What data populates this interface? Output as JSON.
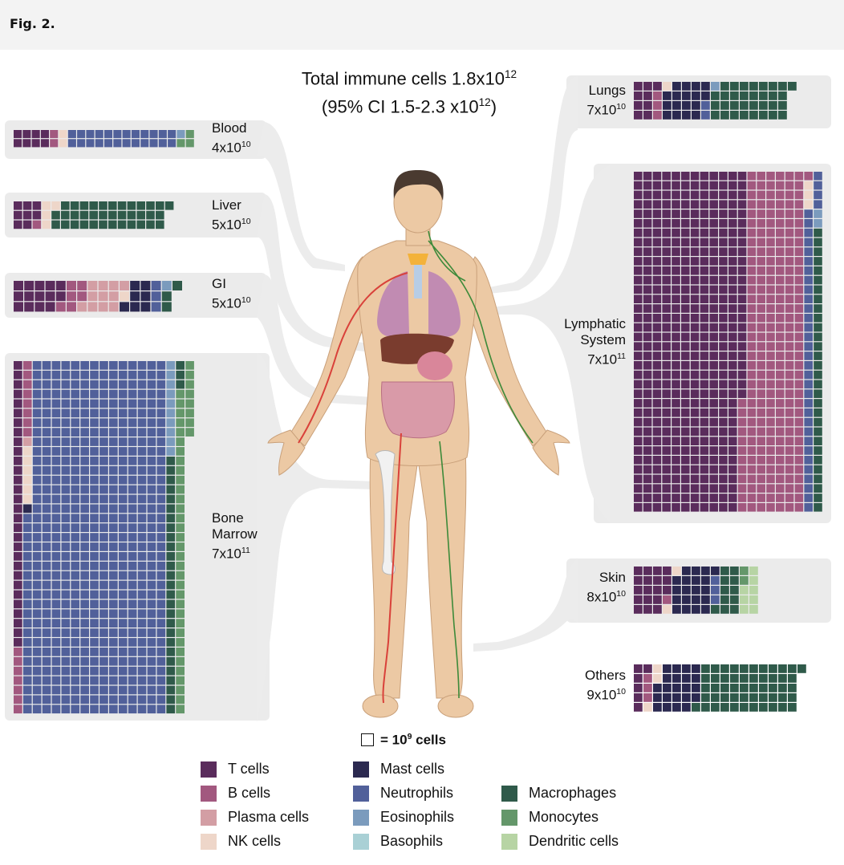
{
  "figure_label": "Fig. 2.",
  "title": {
    "line1": "Total immune cells 1.8x10",
    "line1_sup": "12",
    "line2": "(95% CI 1.5-2.3 x10",
    "line2_sup": "12",
    "line2_end": ")"
  },
  "scale": {
    "text": "= 10",
    "sup": "9",
    "unit": " cells"
  },
  "colors": {
    "t_cells": "#5a2c5c",
    "b_cells": "#a2587f",
    "plasma_cells": "#d39ea4",
    "nk_cells": "#eed6c9",
    "mast_cells": "#2b2950",
    "neutrophils": "#51609a",
    "eosinophils": "#7b9bbd",
    "basophils": "#a9d0d5",
    "macrophages": "#2f5a4a",
    "monocytes": "#64976a",
    "dendritic_cells": "#b7d4a4",
    "panel_bg": "#ebebeb",
    "skin": "#ecc9a4"
  },
  "legend": [
    {
      "key": "t_cells",
      "label": "T cells"
    },
    {
      "key": "b_cells",
      "label": "B cells"
    },
    {
      "key": "plasma_cells",
      "label": "Plasma cells"
    },
    {
      "key": "nk_cells",
      "label": "NK cells"
    },
    {
      "key": "mast_cells",
      "label": "Mast cells"
    },
    {
      "key": "neutrophils",
      "label": "Neutrophils"
    },
    {
      "key": "eosinophils",
      "label": "Eosinophils"
    },
    {
      "key": "basophils",
      "label": "Basophils"
    },
    {
      "key": "macrophages",
      "label": "Macrophages"
    },
    {
      "key": "monocytes",
      "label": "Monocytes"
    },
    {
      "key": "dendritic_cells",
      "label": "Dendritic cells"
    }
  ],
  "chart_data": {
    "type": "waffle",
    "unit": "1 square = 10^9 cells",
    "organs": [
      {
        "name": "Blood",
        "total": "4x10",
        "total_sup": "10",
        "counts": {
          "t_cells": 8,
          "b_cells": 2,
          "plasma_cells": 0,
          "nk_cells": 2,
          "mast_cells": 0,
          "neutrophils": 24,
          "eosinophils": 1,
          "basophils": 0,
          "macrophages": 0,
          "monocytes": 3,
          "dendritic_cells": 0
        }
      },
      {
        "name": "Liver",
        "total": "5x10",
        "total_sup": "10",
        "counts": {
          "t_cells": 8,
          "b_cells": 1,
          "plasma_cells": 0,
          "nk_cells": 4,
          "mast_cells": 0,
          "neutrophils": 0,
          "eosinophils": 0,
          "basophils": 0,
          "macrophages": 36,
          "monocytes": 0,
          "dendritic_cells": 0
        }
      },
      {
        "name": "GI",
        "total": "5x10",
        "total_sup": "10",
        "counts": {
          "t_cells": 14,
          "b_cells": 6,
          "plasma_cells": 11,
          "nk_cells": 1,
          "mast_cells": 7,
          "neutrophils": 3,
          "eosinophils": 1,
          "basophils": 0,
          "macrophages": 3,
          "monocytes": 0,
          "dendritic_cells": 0
        }
      },
      {
        "name": "Bone Marrow",
        "total": "7x10",
        "total_sup": "11",
        "counts": {
          "t_cells": 30,
          "b_cells": 15,
          "plasma_cells": 1,
          "nk_cells": 6,
          "mast_cells": 1,
          "neutrophils": 539,
          "eosinophils": 10,
          "basophils": 0,
          "macrophages": 30,
          "monocytes": 42,
          "dendritic_cells": 0
        }
      },
      {
        "name": "Lungs",
        "total": "7x10",
        "total_sup": "10",
        "counts": {
          "t_cells": 9,
          "b_cells": 3,
          "plasma_cells": 0,
          "nk_cells": 1,
          "mast_cells": 17,
          "neutrophils": 2,
          "eosinophils": 1,
          "basophils": 0,
          "macrophages": 32,
          "monocytes": 0,
          "dendritic_cells": 0
        }
      },
      {
        "name": "Lymphatic System",
        "total": "7x10",
        "total_sup": "11",
        "counts": {
          "t_cells": 420,
          "b_cells": 229,
          "plasma_cells": 0,
          "nk_cells": 3,
          "mast_cells": 0,
          "neutrophils": 36,
          "eosinophils": 2,
          "basophils": 0,
          "macrophages": 38,
          "monocytes": 29,
          "dendritic_cells": 23
        }
      },
      {
        "name": "Skin",
        "total": "8x10",
        "total_sup": "10",
        "counts": {
          "t_cells": 18,
          "b_cells": 1,
          "plasma_cells": 0,
          "nk_cells": 2,
          "mast_cells": 20,
          "neutrophils": 3,
          "eosinophils": 0,
          "basophils": 0,
          "macrophages": 11,
          "monocytes": 2,
          "dendritic_cells": 8
        }
      },
      {
        "name": "Others",
        "total": "9x10",
        "total_sup": "10",
        "counts": {
          "t_cells": 6,
          "b_cells": 3,
          "plasma_cells": 0,
          "nk_cells": 3,
          "mast_cells": 22,
          "neutrophils": 0,
          "eosinophils": 0,
          "basophils": 0,
          "macrophages": 52,
          "monocytes": 0,
          "dendritic_cells": 0
        }
      }
    ]
  }
}
